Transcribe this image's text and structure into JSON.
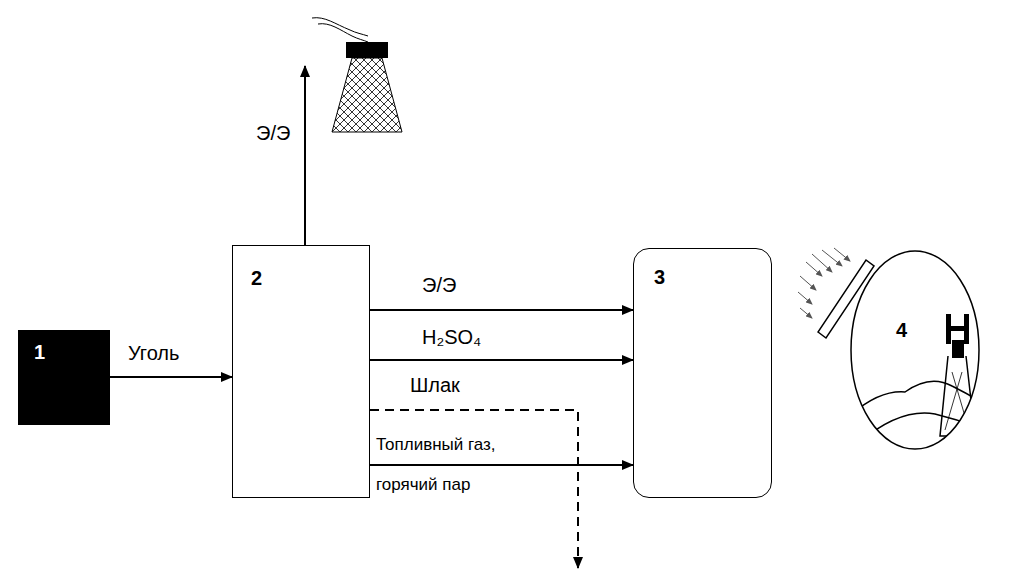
{
  "diagram": {
    "nodes": [
      {
        "text": [
          "1"
        ]
      },
      {
        "text": [
          "2"
        ]
      },
      {
        "text": [
          "3"
        ]
      },
      {
        "text": [
          "4"
        ]
      }
    ],
    "edges": [
      {
        "from": 0,
        "to": 1,
        "label": "Уголь",
        "arrow": "to"
      },
      {
        "from": 1,
        "to": 2,
        "label": "Э/Э",
        "arrow": "to"
      },
      {
        "from": 1,
        "to": 2,
        "label": "H₂SO₄",
        "arrow": "to"
      },
      {
        "from": 1,
        "to": 2,
        "label": "Топливный газ, горячий пар",
        "arrow": "to"
      }
    ],
    "labels": [
      "Э/Э",
      "Шлак"
    ]
  }
}
